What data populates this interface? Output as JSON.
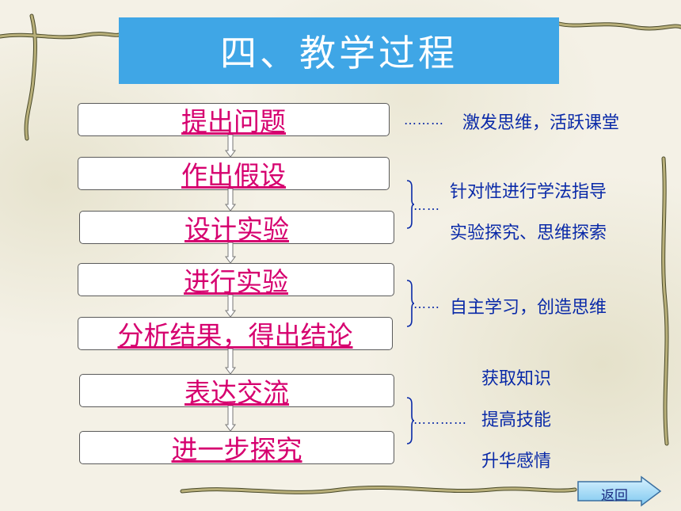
{
  "title": "四、教学过程",
  "steps": [
    {
      "label": "提出问题"
    },
    {
      "label": "作出假设"
    },
    {
      "label": "设计实验"
    },
    {
      "label": "进行实验"
    },
    {
      "label": "分析结果，得出结论"
    },
    {
      "label": "表达交流"
    },
    {
      "label": "进一步探究"
    }
  ],
  "notes": {
    "n1": "激发思维，活跃课堂",
    "n2": "针对性进行学法指导",
    "n3": "实验探究、思维探索",
    "n4": "自主学习，创造思维",
    "n5": "获取知识",
    "n6": "提高技能",
    "n7": "升华感情"
  },
  "dots": {
    "d1": "………",
    "d2": "……",
    "d3": "……",
    "d4": "…………"
  },
  "return_label": "返回",
  "colors": {
    "banner": "#3fa6e6",
    "link": "#d6006f",
    "note": "#0a2aa8",
    "background": "#f4f1e6"
  }
}
